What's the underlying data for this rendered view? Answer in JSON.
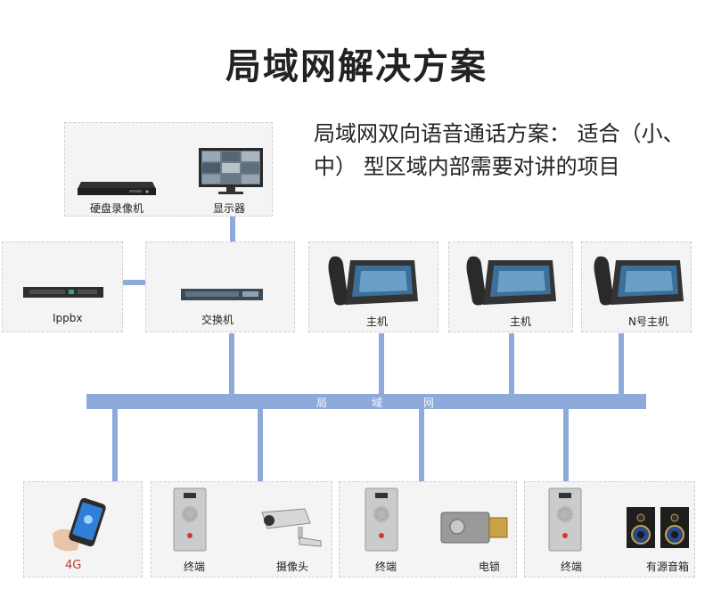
{
  "title": "局域网解决方案",
  "description": "局域网双向语音通话方案： 适合（小、 中） 型区域内部需要对讲的项目",
  "bus_label": [
    "局",
    "域",
    "网"
  ],
  "top_group": {
    "dvr_label": "硬盘录像机",
    "monitor_label": "显示器"
  },
  "row2": {
    "ippbx_label": "Ippbx",
    "switch_label": "交换机",
    "host1_label": "主机",
    "host2_label": "主机",
    "host3_label": "N号主机"
  },
  "row3": {
    "phone_label": "4G",
    "terminal1_label": "终端",
    "camera_label": "摄像头",
    "terminal2_label": "终端",
    "lock_label": "电锁",
    "terminal3_label": "终端",
    "speaker_label": "有源音箱"
  }
}
